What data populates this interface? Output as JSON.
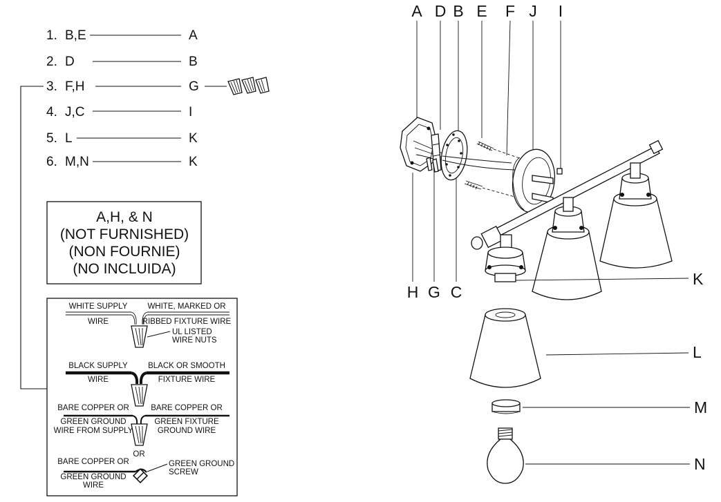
{
  "steps": [
    {
      "num": "1.",
      "parts": "B,E",
      "target": "A"
    },
    {
      "num": "2.",
      "parts": "D",
      "target": "B"
    },
    {
      "num": "3.",
      "parts": "F,H",
      "target": "G"
    },
    {
      "num": "4.",
      "parts": "J,C",
      "target": "I"
    },
    {
      "num": "5.",
      "parts": "L",
      "target": "K"
    },
    {
      "num": "6.",
      "parts": "M,N",
      "target": "K"
    }
  ],
  "note": {
    "line1": "A,H, & N",
    "line2": "(NOT FURNISHED)",
    "line3": "(NON FOURNIE)",
    "line4": "(NO INCLUIDA)"
  },
  "wiring": {
    "white_supply_a": "WHITE SUPPLY",
    "white_supply_b": "WIRE",
    "white_fixture_a": "WHITE, MARKED OR",
    "white_fixture_b": "RIBBED FIXTURE WIRE",
    "wire_nuts_a": "UL LISTED",
    "wire_nuts_b": "WIRE NUTS",
    "black_supply_a": "BLACK SUPPLY",
    "black_supply_b": "WIRE",
    "black_fixture_a": "BLACK OR SMOOTH",
    "black_fixture_b": "FIXTURE WIRE",
    "ground_supply_a": "BARE COPPER OR",
    "ground_supply_b": "GREEN GROUND",
    "ground_supply_c": "WIRE FROM SUPPLY",
    "ground_fixture_a": "BARE COPPER OR",
    "ground_fixture_b": "GREEN FIXTURE",
    "ground_fixture_c": "GROUND WIRE",
    "or": "OR",
    "ground_alt_a": "BARE COPPER OR",
    "ground_alt_b": "GREEN GROUND",
    "ground_alt_c": "WIRE",
    "screw_a": "GREEN GROUND",
    "screw_b": "SCREW"
  },
  "callouts": {
    "top": [
      "A",
      "D",
      "B",
      "E",
      "F",
      "J",
      "I"
    ],
    "bottom": [
      "H",
      "G",
      "C"
    ],
    "right": [
      "K",
      "L",
      "M",
      "N"
    ]
  }
}
